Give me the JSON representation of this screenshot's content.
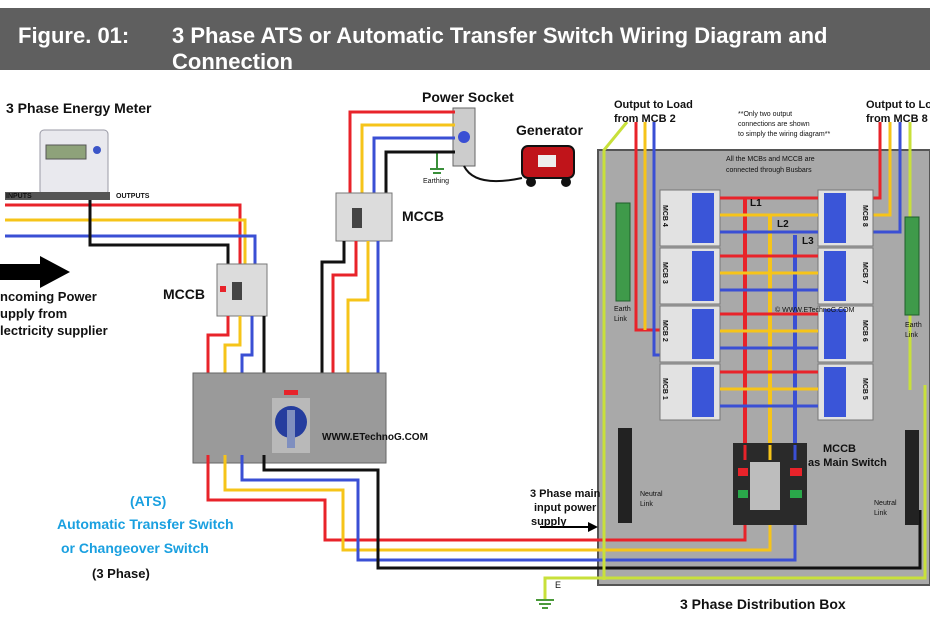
{
  "header": {
    "figure_label": "Figure. 01:",
    "title": "3 Phase ATS or Automatic Transfer Switch Wiring Diagram and Connection"
  },
  "labels": {
    "energy_meter": "3 Phase Energy Meter",
    "meter_inputs": "INPUTS",
    "meter_outputs": "OUTPUTS",
    "incoming_1": "ncoming Power",
    "incoming_2": "upply from",
    "incoming_3": "lectricity supplier",
    "mccb_1": "MCCB",
    "mccb_2": "MCCB",
    "power_socket": "Power Socket",
    "earthing": "Earthing",
    "generator": "Generator",
    "watermark_1": "WWW.ETechnoG.COM",
    "ats_1": "(ATS)",
    "ats_2": "Automatic Transfer Switch",
    "ats_3": "or Changeover Switch",
    "ats_4": "(3 Phase)",
    "output_load_left_1": "Output to Load",
    "output_load_left_2": "from MCB 2",
    "output_load_right_1": "Output to Load",
    "output_load_right_2": "from MCB 8",
    "note_1": "**Only two output",
    "note_2": "connections are shown",
    "note_3": "to simply the wiring diagram**",
    "busbar_note_1": "All the MCBs and MCCB are",
    "busbar_note_2": "connected through Busbars",
    "l1": "L1",
    "l2": "L2",
    "l3": "L3",
    "mcb_4": "MCB 4",
    "mcb_3": "MCB 3",
    "mcb_2": "MCB 2",
    "mcb_1": "MCB 1",
    "mcb_8": "MCB 8",
    "mcb_7": "MCB 7",
    "mcb_6": "MCB 6",
    "mcb_5": "MCB 5",
    "earth_link_left_1": "Earth",
    "earth_link_left_2": "Link",
    "earth_link_right_1": "Earth",
    "earth_link_right_2": "Link",
    "neutral_link_left_1": "Neutral",
    "neutral_link_left_2": "Link",
    "neutral_link_right_1": "Neutral",
    "neutral_link_right_2": "Link",
    "main_mccb_1": "MCCB",
    "main_mccb_2": "as Main Switch",
    "main_input_1": "3 Phase main",
    "main_input_2": "input power",
    "main_input_3": "supply",
    "earth_e": "E",
    "dist_box": "3 Phase Distribution Box",
    "watermark_2": "© WWW.ETechnoG.COM"
  },
  "colors": {
    "red": "#e8232a",
    "yellow": "#f6c419",
    "blue": "#3a4fd4",
    "black": "#111111",
    "green": "#c8e03a",
    "panel": "#a9a9a9",
    "banner": "#5f5f5f",
    "mcb_blue": "#3a55d8",
    "ats_label": "#1aa0e0"
  }
}
